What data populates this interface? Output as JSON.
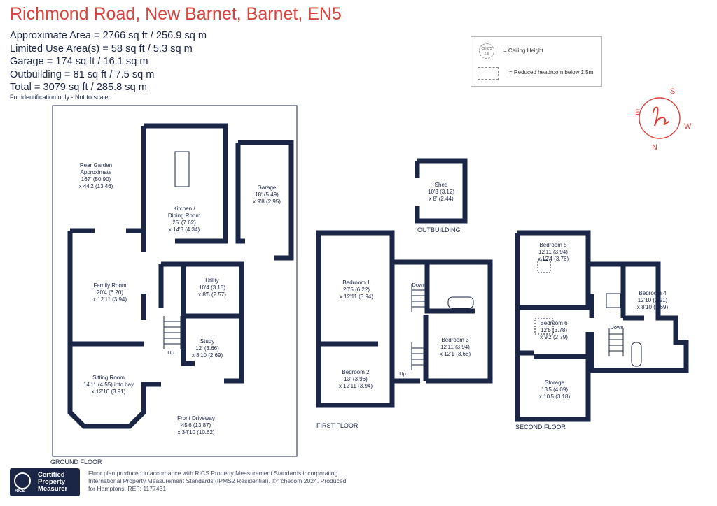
{
  "title": "Richmond Road, New Barnet, Barnet, EN5",
  "areas": [
    "Approximate Area = 2766 sq ft / 256.9 sq m",
    "Limited Use Area(s) = 58 sq ft / 5.3 sq m",
    "Garage = 174 sq ft / 16.1 sq m",
    "Outbuilding = 81 sq ft / 7.5 sq m",
    "Total = 3079 sq ft / 285.8 sq m"
  ],
  "identification_note": "For identification only - Not to scale",
  "legend": {
    "ceiling_height_symbol": "CH 8'5 2.6",
    "ceiling_height_label": "= Ceiling Height",
    "reduced_headroom_label": "= Reduced headroom below 1.5m"
  },
  "compass_letters": [
    "S",
    "E",
    "W",
    "N"
  ],
  "colors": {
    "wall": "#1b2546",
    "accent": "#d9413a",
    "text": "#1b2546"
  },
  "floors": {
    "ground": {
      "label": "GROUND FLOOR",
      "rooms": {
        "rear_garden": [
          "Rear Garden",
          "Approximate",
          "167' (50.90)",
          "x 44'2 (13.46)"
        ],
        "kitchen": [
          "Kitchen /",
          "Dining Room",
          "25' (7.62)",
          "x 14'3 (4.34)"
        ],
        "garage": [
          "Garage",
          "18' (5.49)",
          "x 9'8 (2.95)"
        ],
        "family": [
          "Family Room",
          "20'4 (6.20)",
          "x 12'11 (3.94)"
        ],
        "utility": [
          "Utility",
          "10'4 (3.15)",
          "x 8'5 (2.57)"
        ],
        "study": [
          "Study",
          "12' (3.66)",
          "x 8'10 (2.69)"
        ],
        "sitting": [
          "Sitting Room",
          "14'11 (4.55) into bay",
          "x 12'10 (3.91)"
        ],
        "driveway": [
          "Front Driveway",
          "45'6 (13.87)",
          "x 34'10 (10.62)"
        ]
      },
      "stairs_up": "Up"
    },
    "outbuilding": {
      "label": "OUTBUILDING",
      "rooms": {
        "shed": [
          "Shed",
          "10'3 (3.12)",
          "x 8' (2.44)"
        ]
      }
    },
    "first": {
      "label": "FIRST FLOOR",
      "rooms": {
        "bed1": [
          "Bedroom 1",
          "20'5 (6.22)",
          "x 12'11 (3.94)"
        ],
        "bed2": [
          "Bedroom 2",
          "13' (3.96)",
          "x 12'11 (3.94)"
        ],
        "bed3": [
          "Bedroom 3",
          "12'11 (3.94)",
          "x 12'1 (3.68)"
        ]
      },
      "stairs_down": "Down",
      "stairs_up": "Up"
    },
    "second": {
      "label": "SECOND FLOOR",
      "rooms": {
        "bed5": [
          "Bedroom 5",
          "12'11 (3.94)",
          "x 12'4 (3.76)"
        ],
        "bed4": [
          "Bedroom 4",
          "12'10 (3.91)",
          "x 8'10 (2.69)"
        ],
        "bed6": [
          "Bedroom 6",
          "12'5 (3.78)",
          "x 9'2 (2.79)"
        ],
        "storage": [
          "Storage",
          "13'5 (4.09)",
          "x 10'5 (3.18)"
        ]
      },
      "stairs_down": "Down"
    }
  },
  "badge": {
    "org": "RICS",
    "line1": "Certified",
    "line2": "Property",
    "line3": "Measurer"
  },
  "footer_text": "Floor plan produced in accordance with RICS Property Measurement Standards incorporating International Property Measurement Standards (IPMS2 Residential). ©n’checom 2024. Produced for Hamptons. REF: 1177431"
}
